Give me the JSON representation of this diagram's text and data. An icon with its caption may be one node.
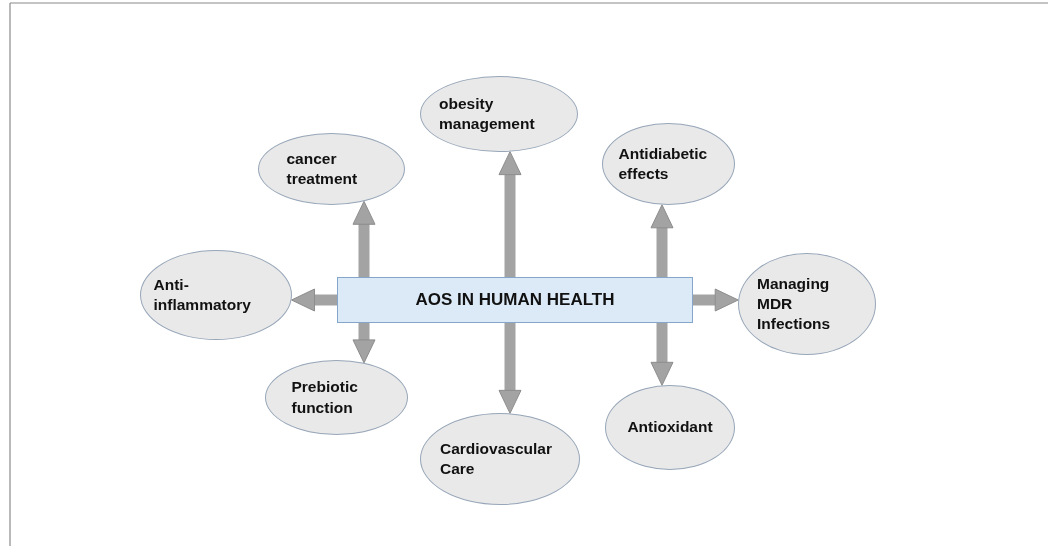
{
  "diagram": {
    "nodes": [
      {
        "text": [
          "obesity management"
        ]
      },
      {
        "text": [
          "cancer treatment"
        ]
      },
      {
        "text": [
          "Antidiabetic effects"
        ]
      },
      {
        "text": [
          "Anti-inflammatory"
        ]
      },
      {
        "text": [
          "AOS IN HUMAN HEALTH"
        ]
      },
      {
        "text": [
          "Managing MDR Infections"
        ]
      },
      {
        "text": [
          "Prebiotic function"
        ]
      },
      {
        "text": [
          "Cardiovascular Care"
        ]
      },
      {
        "text": [
          "Antioxidant"
        ]
      }
    ],
    "edges": [
      {
        "from": 4,
        "to": 0,
        "arrow": "to"
      },
      {
        "from": 4,
        "to": 1,
        "arrow": "to"
      },
      {
        "from": 4,
        "to": 2,
        "arrow": "to"
      },
      {
        "from": 4,
        "to": 3,
        "arrow": "to"
      },
      {
        "from": 4,
        "to": 5,
        "arrow": "to"
      },
      {
        "from": 4,
        "to": 6,
        "arrow": "to"
      },
      {
        "from": 4,
        "to": 7,
        "arrow": "to"
      },
      {
        "from": 4,
        "to": 8,
        "arrow": "to"
      }
    ]
  }
}
